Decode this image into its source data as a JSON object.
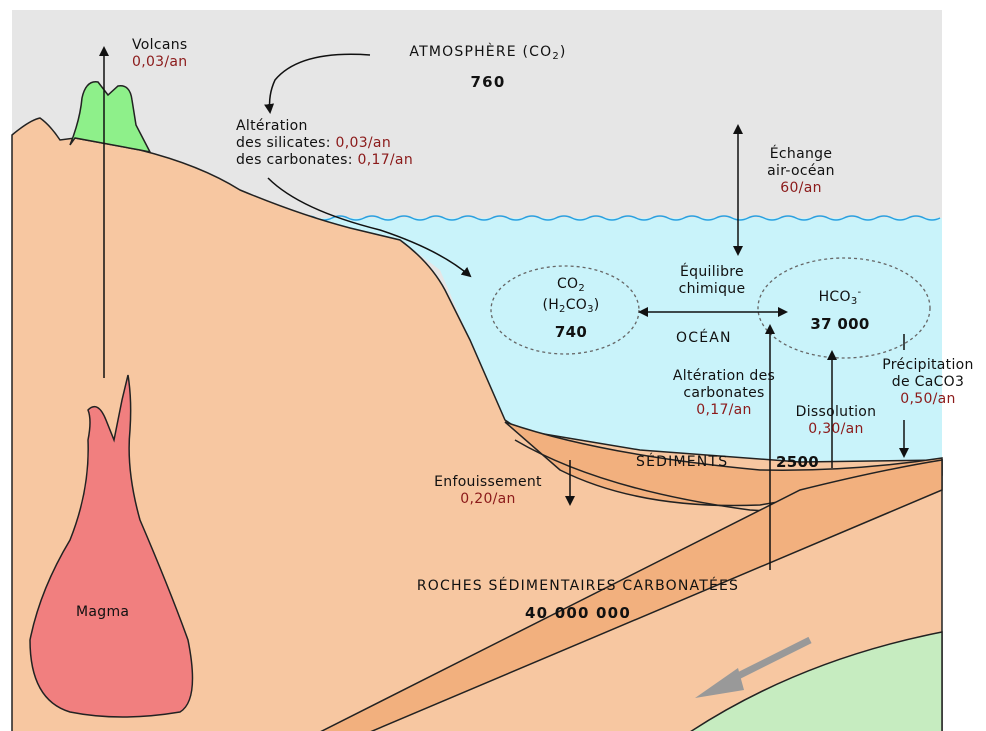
{
  "colors": {
    "sky": "#e6e6e6",
    "ocean": "#c9f3fa",
    "land": "#f7c7a1",
    "sediment_layer": "#f2b07e",
    "magma": "#f17f7f",
    "volcano_top": "#8ef08a",
    "value_red": "#8b1a1a"
  },
  "atmosphere": {
    "label": "ATMOSPHÈRE (CO",
    "sub": "2",
    "close": ")",
    "value": "760"
  },
  "volcans": {
    "label": "Volcans",
    "rate": "0,03/an"
  },
  "alteration_top": {
    "title": "Altération",
    "silicates_label": "des silicates: ",
    "silicates_rate": "0,03/an",
    "carbonates_label": "des carbonates: ",
    "carbonates_rate": "0,17/an"
  },
  "echange": {
    "line1": "Échange",
    "line2": "air-océan",
    "rate": "60/an"
  },
  "co2_pool": {
    "line1": "CO",
    "line1_sub": "2",
    "line2a": "(H",
    "line2_sub1": "2",
    "line2b": "CO",
    "line2_sub2": "3",
    "line2c": ")",
    "value": "740"
  },
  "equilibre": {
    "line1": "Équilibre",
    "line2": "chimique"
  },
  "ocean_label": "OCÉAN",
  "hco3_pool": {
    "label": "HCO",
    "sub": "3",
    "sup": "-",
    "value": "37 000"
  },
  "precipitation": {
    "line1": "Précipitation",
    "line2": "de CaCO3",
    "rate": "0,50/an"
  },
  "alteration_carb": {
    "line1": "Altération des",
    "line2": "carbonates",
    "rate": "0,17/an"
  },
  "dissolution": {
    "label": "Dissolution",
    "rate": "0,30/an"
  },
  "sediments": {
    "label": "SÉDIMENTS",
    "value": "2500"
  },
  "enfouissement": {
    "label": "Enfouissement",
    "rate": "0,20/an"
  },
  "roches": {
    "label": "ROCHES SÉDIMENTAIRES CARBONATÉES",
    "value": "40 000 000"
  },
  "magma": "Magma"
}
